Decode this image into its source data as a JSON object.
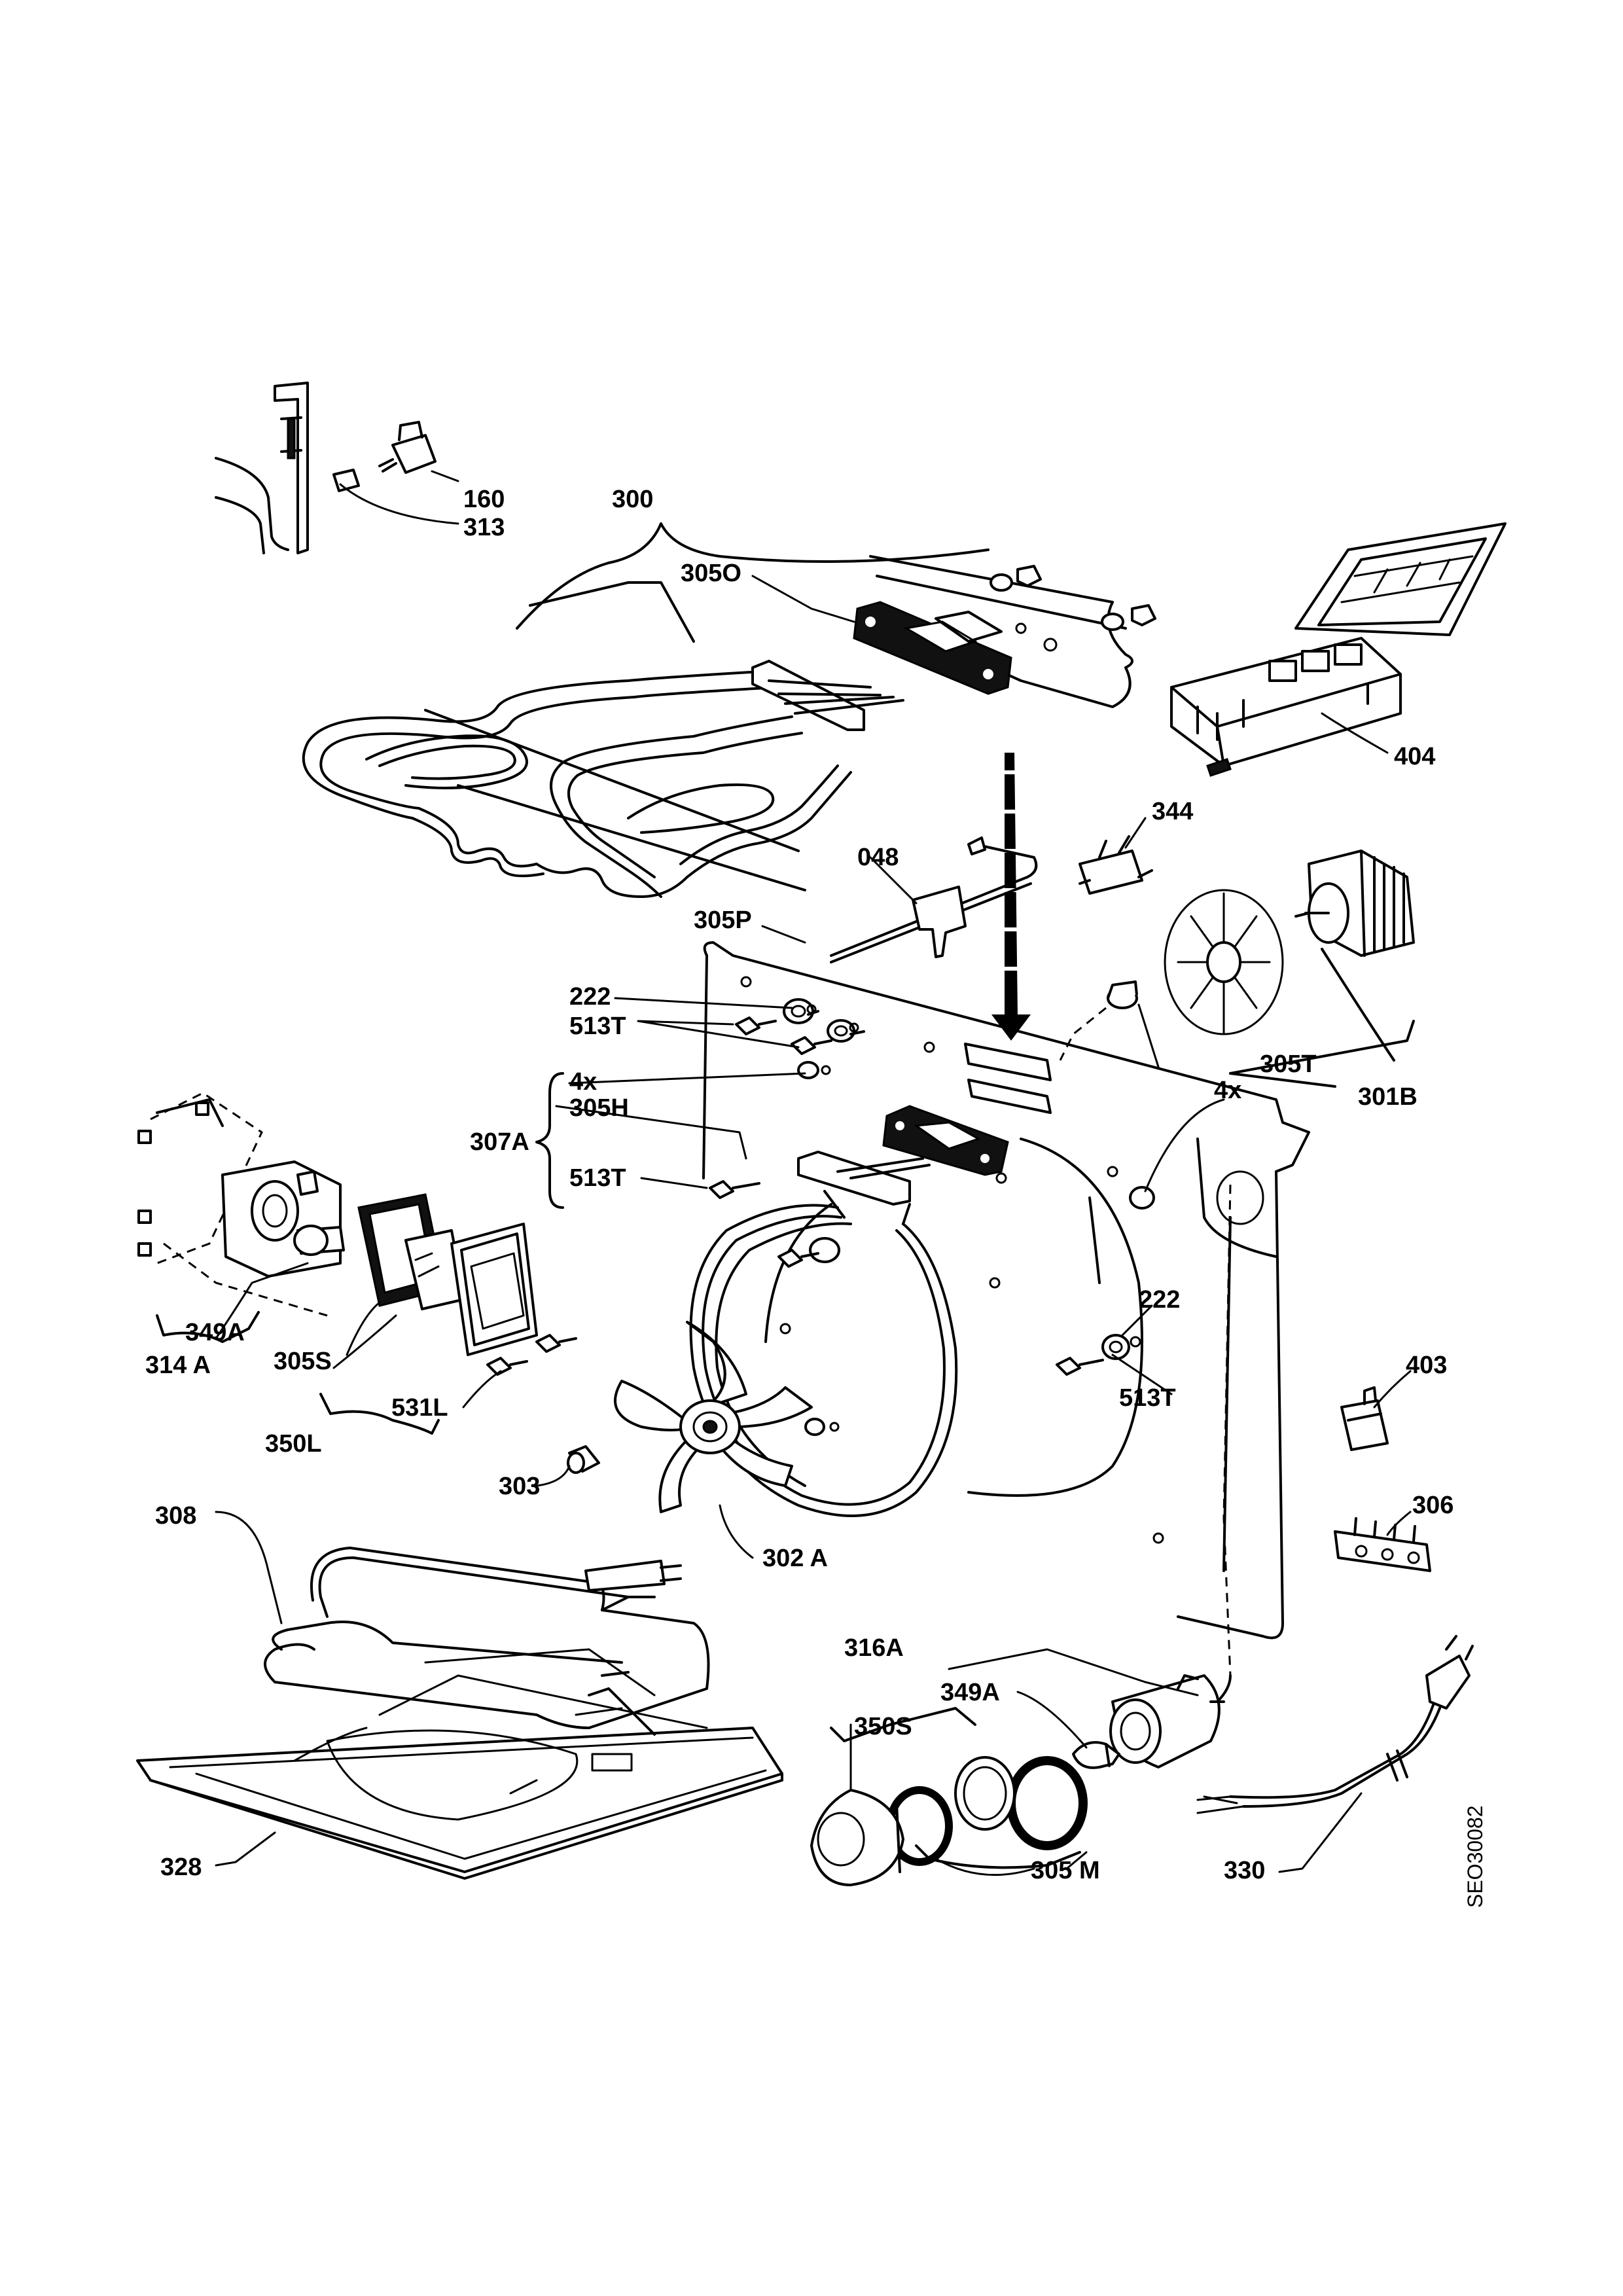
{
  "labels": {
    "l160": "160",
    "l313": "313",
    "l300": "300",
    "l305O": "305O",
    "l404": "404",
    "l344": "344",
    "l048": "048",
    "l305P": "305P",
    "l222a": "222",
    "l513Ta": "513T",
    "l4xa": "4x",
    "l305H": "305H",
    "l307A": "307A",
    "l513Tb": "513T",
    "l305T": "305T",
    "l4xb": "4x",
    "l301B": "301B",
    "l349Aa": "349A",
    "l314A": "314 A",
    "l305S": "305S",
    "l531L": "531L",
    "l350L": "350L",
    "l222b": "222",
    "l513Tc": "513T",
    "l403": "403",
    "l306": "306",
    "l303": "303",
    "l302A": "302 A",
    "l308": "308",
    "l316A": "316A",
    "l349Ab": "349A",
    "l350S": "350S",
    "l305M": "305 M",
    "l328": "328",
    "l330": "330"
  },
  "drawing_code": "SEO30082"
}
